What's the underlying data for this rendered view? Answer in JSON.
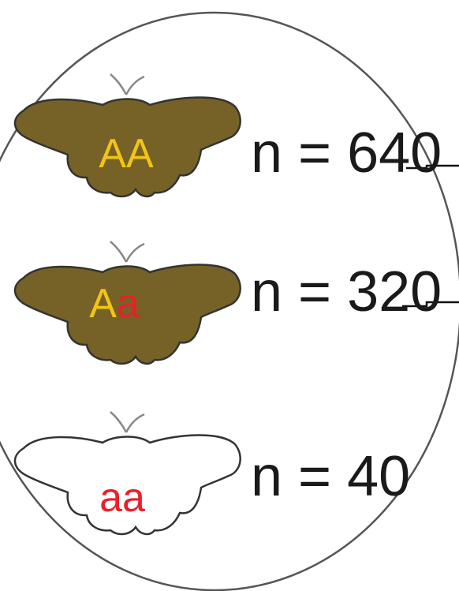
{
  "diagram": {
    "colors": {
      "dark_wing": "#766226",
      "light_wing": "#ffffff",
      "outline": "#333333",
      "allele_dominant": "#f2c417",
      "allele_recessive": "#e8202a",
      "circle": "#555555",
      "connector": "#111111"
    },
    "moths": [
      {
        "id": "aa-dominant",
        "wing_color_key": "dark_wing",
        "genotype": {
          "first": "A",
          "second": "A",
          "first_color": "allele_dominant",
          "second_color": "allele_dominant"
        },
        "count_text": "n = 640",
        "count": 640
      },
      {
        "id": "heterozygous",
        "wing_color_key": "dark_wing",
        "genotype": {
          "first": "A",
          "second": "a",
          "first_color": "allele_dominant",
          "second_color": "allele_recessive"
        },
        "count_text": "n = 320",
        "count": 320
      },
      {
        "id": "aa-recessive",
        "wing_color_key": "light_wing",
        "genotype": {
          "first": "a",
          "second": "a",
          "first_color": "allele_recessive",
          "second_color": "allele_recessive"
        },
        "count_text": "n = 40",
        "count": 40
      }
    ]
  }
}
